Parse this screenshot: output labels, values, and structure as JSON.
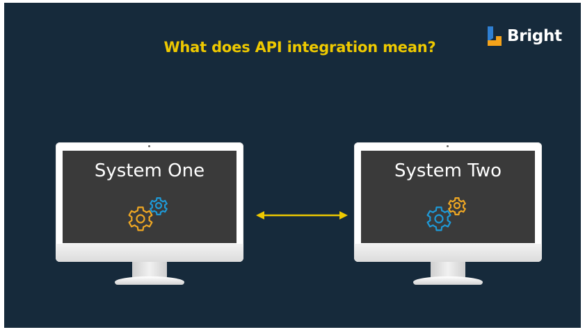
{
  "slide": {
    "title": "What does API integration mean?",
    "background_color": "#162a3b",
    "accent_color": "#eec900"
  },
  "logo": {
    "text": "Bright",
    "icon": "bright-logo-mark",
    "colors": [
      "#2f7fd1",
      "#f5a31a"
    ]
  },
  "systems": [
    {
      "label": "System One",
      "icon": "gears-icon",
      "gear_colors": [
        "#f0a823",
        "#1e9ad8"
      ]
    },
    {
      "label": "System Two",
      "icon": "gears-icon",
      "gear_colors": [
        "#1e9ad8",
        "#f0a823"
      ]
    }
  ],
  "connector": {
    "icon": "double-arrow-icon",
    "color": "#eec900"
  }
}
